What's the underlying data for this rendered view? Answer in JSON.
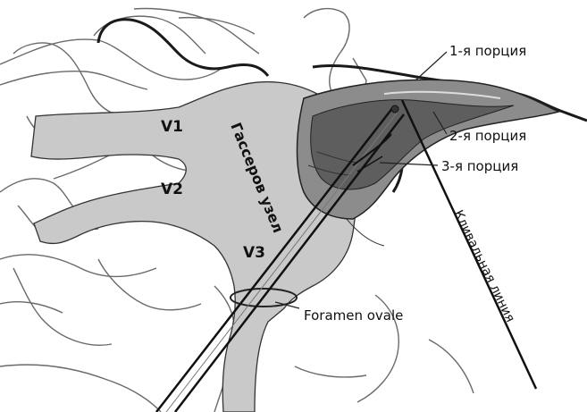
{
  "labels": {
    "v1": "V1",
    "v2": "V2",
    "v3": "V3",
    "gasserian_ganglion": "Гассеров узел",
    "portion_1": "1-я порция",
    "portion_2": "2-я порция",
    "portion_3": "3-я порция",
    "foramen_ovale": "Foramen ovale",
    "clival_line": "Кливальная линия"
  },
  "colors": {
    "nerve_fill": "#c9c9c9",
    "cistern_dark": "#5e5e5e",
    "cistern_mid": "#8c8c8c",
    "outline": "#222222",
    "bone_outline": "#6a6a6a"
  }
}
